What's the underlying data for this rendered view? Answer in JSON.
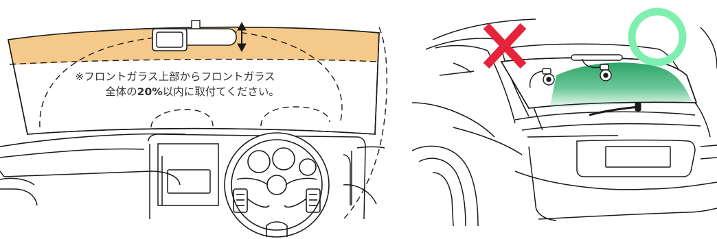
{
  "left_panel": {
    "note_line1": "※フロントガラス上部からフロントガラス",
    "note_line2_prefix": "全体の",
    "note_line2_bold": "20%",
    "note_line2_suffix": "以内に取付てください。"
  },
  "right_panel": {
    "wrong_mark": "x-mark",
    "correct_mark": "circle-mark"
  },
  "colors": {
    "install_zone": "#F5C98A",
    "wrong": "#E5243B",
    "correct": "#7FEFB0",
    "rear_glass_green": "#3FB073",
    "line": "#1a1a1a"
  }
}
